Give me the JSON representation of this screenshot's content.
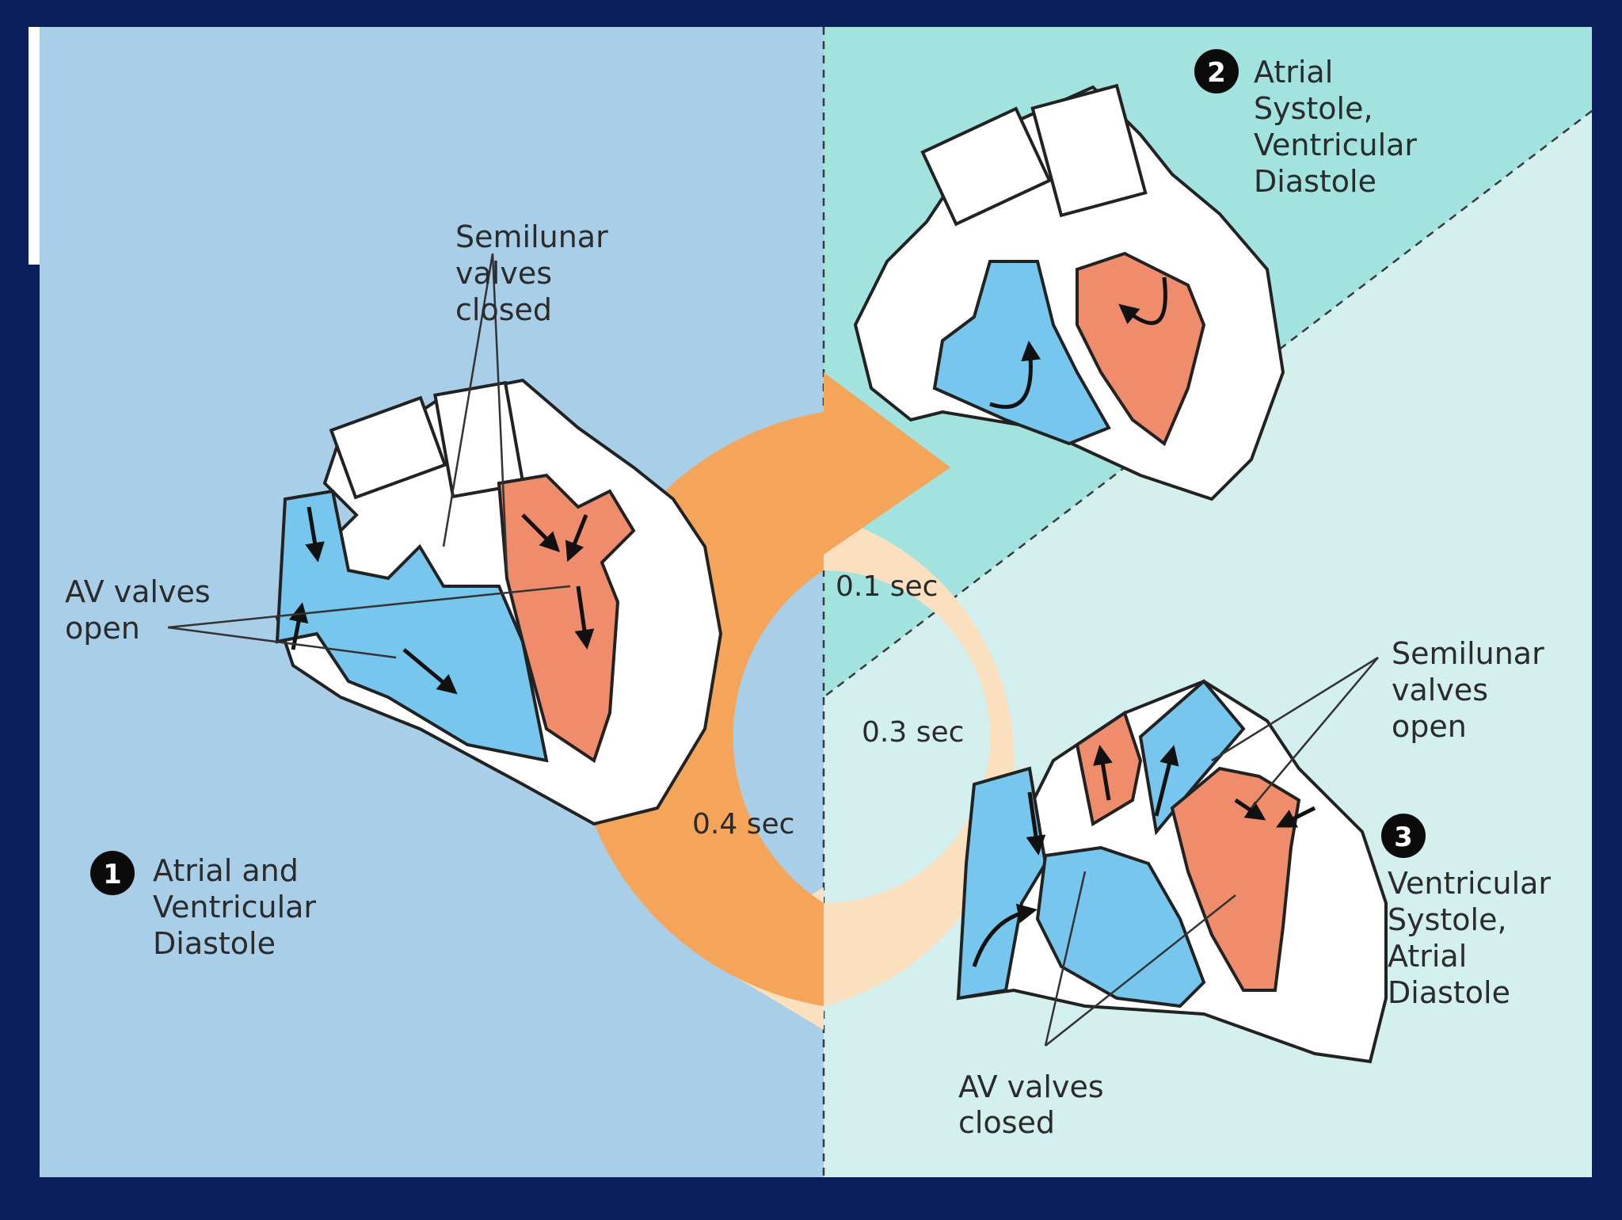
{
  "colors": {
    "frame": "#0a1f5c",
    "panel_left": "#a9cfe8",
    "panel_right": "#d4f0ee",
    "panel_teal": "#a2e3df",
    "blood_blue": "#76c6ee",
    "blood_red": "#ee8c6c",
    "arrow_orange": "#f4a55a",
    "arrow_peach": "#fbe0c0"
  },
  "stages": [
    {
      "number": "1",
      "lines": [
        "Atrial and",
        "Ventricular",
        "Diastole"
      ]
    },
    {
      "number": "2",
      "lines": [
        "Atrial",
        "Systole,",
        "Ventricular",
        "Diastole"
      ]
    },
    {
      "number": "3",
      "lines": [
        "Ventricular",
        "Systole,",
        "Atrial",
        "Diastole"
      ]
    }
  ],
  "valve_labels": {
    "semilunar_closed": [
      "Semilunar",
      "valves",
      "closed"
    ],
    "av_open": [
      "AV valves",
      "open"
    ],
    "semilunar_open": [
      "Semilunar",
      "valves",
      "open"
    ],
    "av_closed": [
      "AV valves",
      "closed"
    ]
  },
  "durations": {
    "d1": "0.1 sec",
    "d2": "0.3 sec",
    "d3": "0.4 sec"
  },
  "icons": [
    "heart-diagram-icon",
    "cycle-arrow-icon"
  ]
}
